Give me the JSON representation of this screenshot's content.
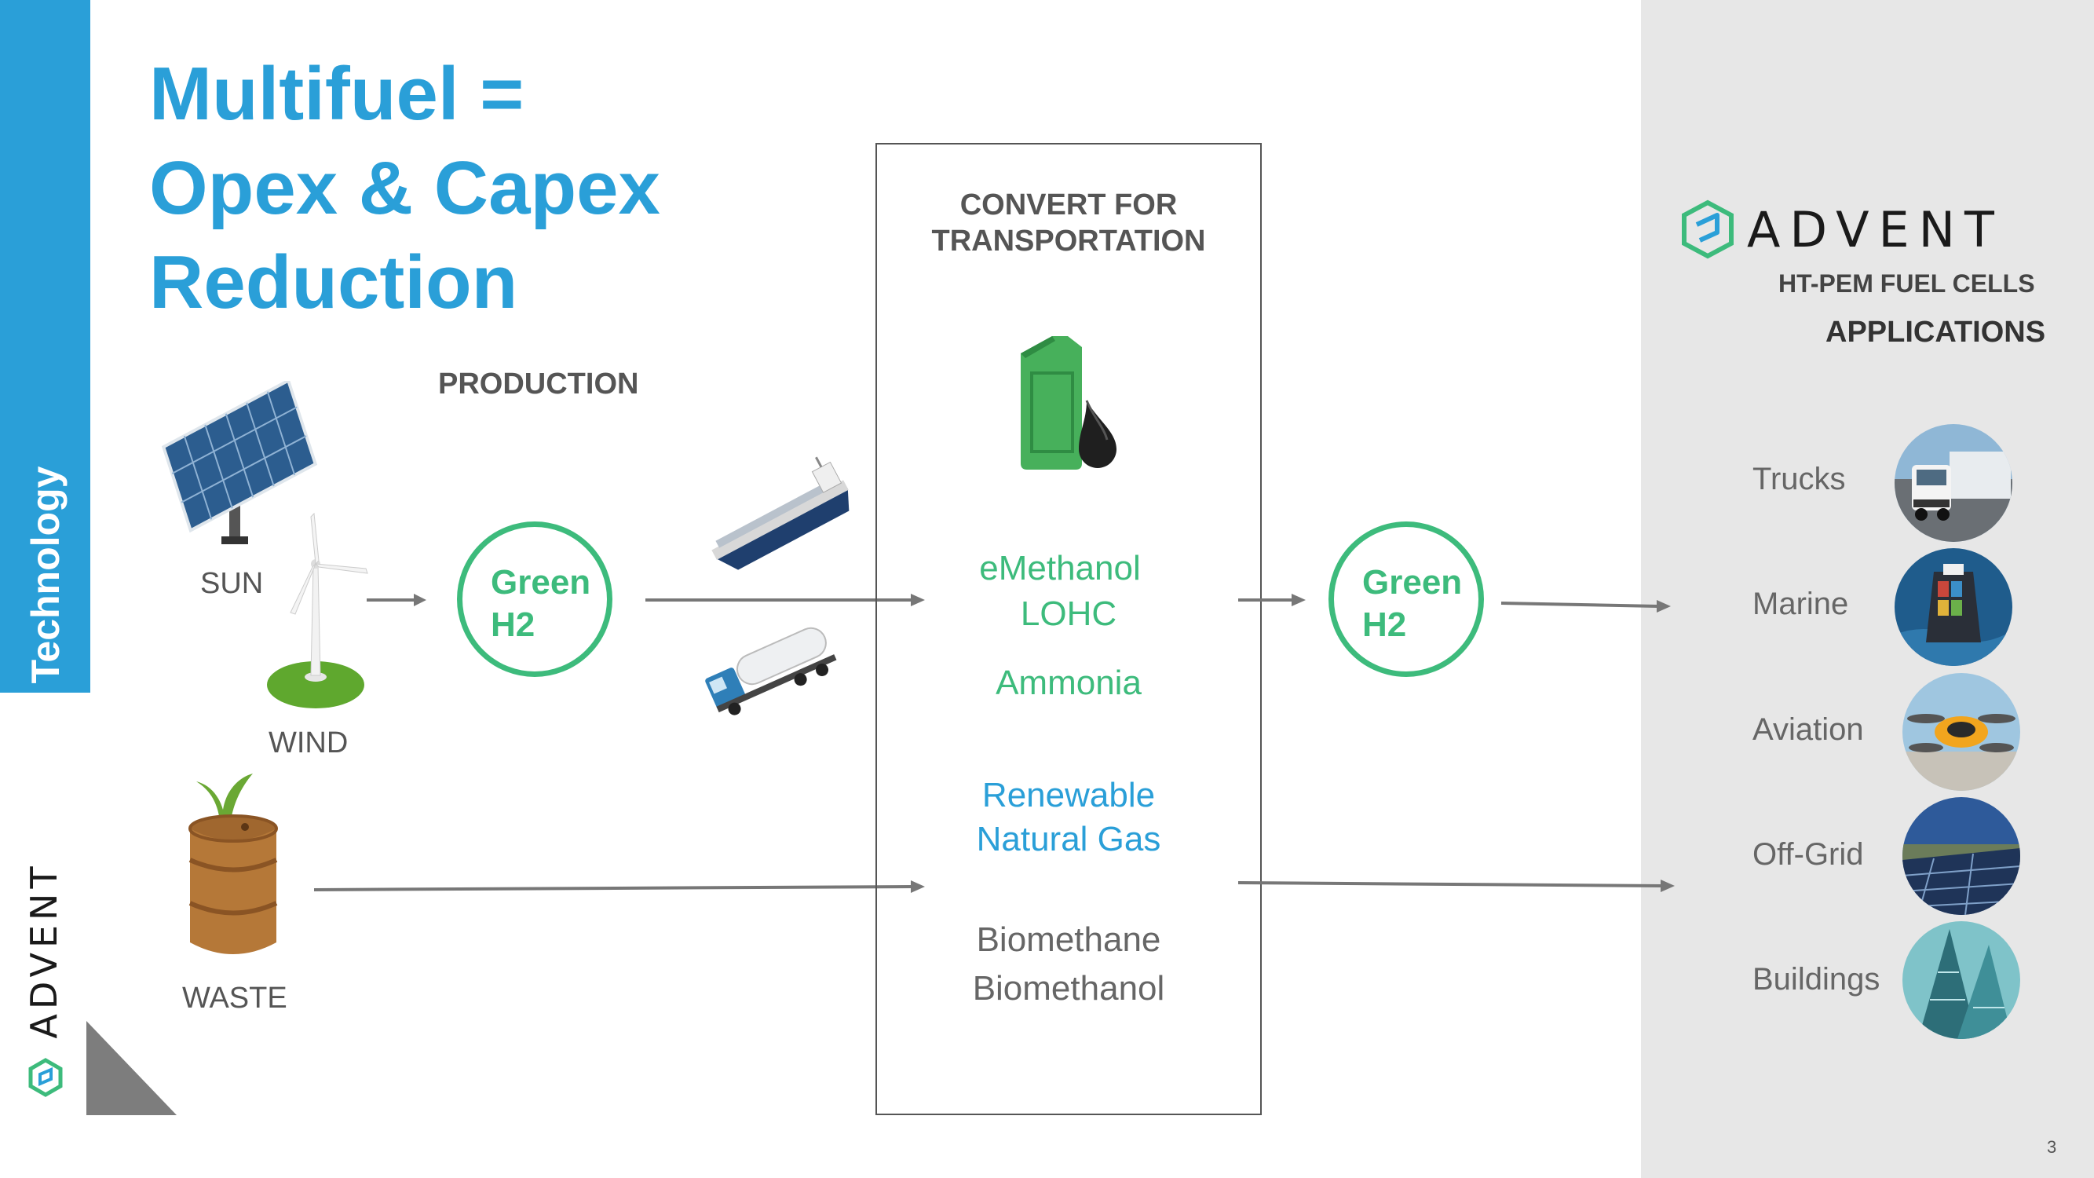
{
  "title": {
    "line1": "Multifuel =",
    "line2": "Opex & Capex",
    "line3": "Reduction"
  },
  "sidebar": {
    "section_label": "Technology",
    "logo_label": "ADVENT"
  },
  "production": {
    "label": "PRODUCTION",
    "sources": {
      "sun": "SUN",
      "wind": "WIND",
      "waste": "WASTE"
    }
  },
  "green_h2_left": {
    "line1": "Green",
    "line2": "H2"
  },
  "green_h2_right": {
    "line1": "Green",
    "line2": "H2"
  },
  "convert_box": {
    "title_line1": "CONVERT FOR",
    "title_line2": "TRANSPORTATION",
    "fuels_green": [
      "eMethanol",
      "LOHC",
      "Ammonia"
    ],
    "fuels_blue": [
      "Renewable",
      "Natural Gas"
    ],
    "fuels_gray": [
      "Biomethane",
      "Biomethanol"
    ]
  },
  "brand": {
    "name": "ADVENT",
    "subtitle": "HT-PEM FUEL CELLS",
    "applications_label": "APPLICATIONS"
  },
  "applications": [
    {
      "label": "Trucks",
      "icon": "truck-photo"
    },
    {
      "label": "Marine",
      "icon": "ship-photo"
    },
    {
      "label": "Aviation",
      "icon": "drone-photo"
    },
    {
      "label": "Off-Grid",
      "icon": "solar-field-photo"
    },
    {
      "label": "Buildings",
      "icon": "skyscraper-photo"
    }
  ],
  "colors": {
    "accent_blue": "#2a9fd8",
    "accent_green": "#3dbb7c",
    "panel_gray": "#e7e7e7"
  },
  "page_number": "3"
}
